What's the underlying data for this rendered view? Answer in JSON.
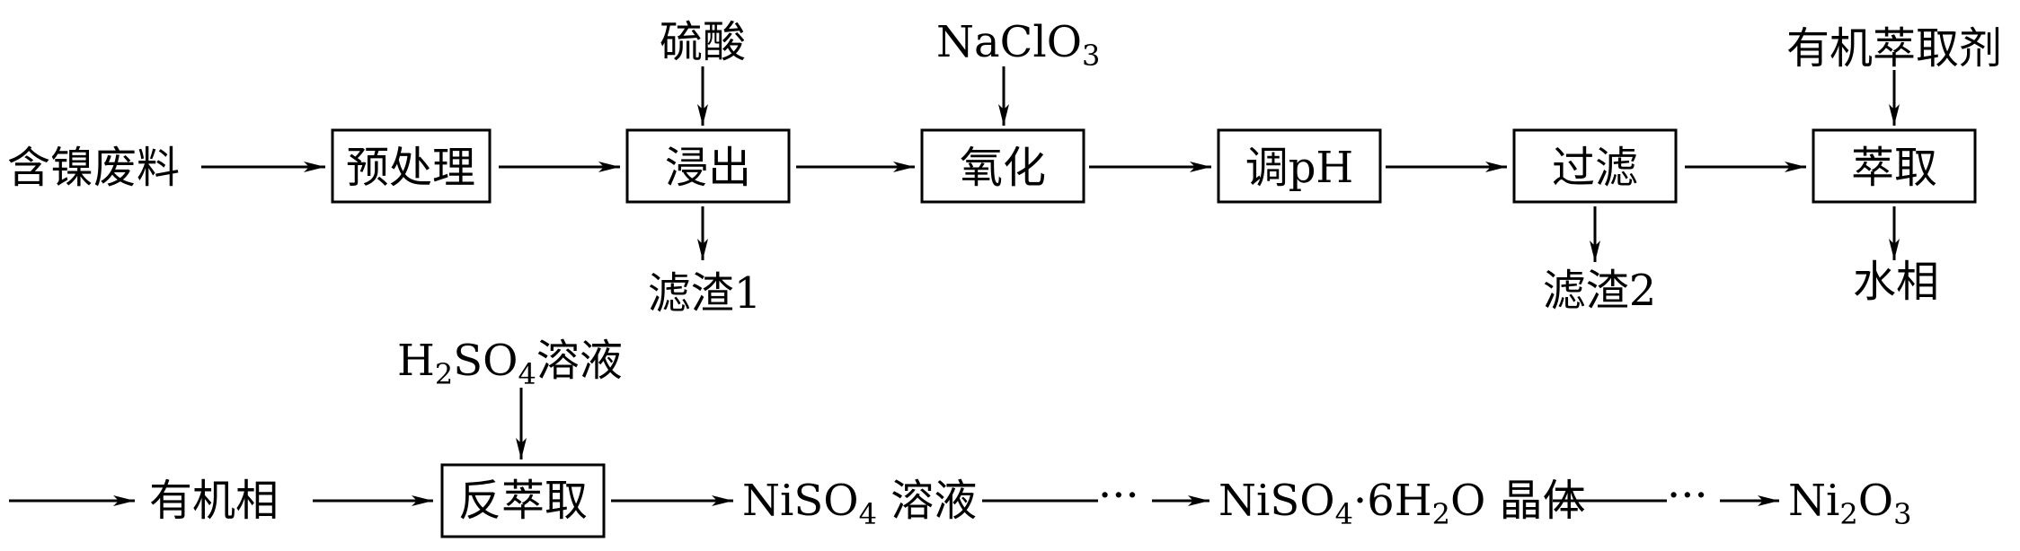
{
  "row1": {
    "start": "含镍废料",
    "steps": [
      "预处理",
      "浸出",
      "氧化",
      "调pH",
      "过滤",
      "萃取"
    ],
    "inputs": {
      "leach": "硫酸",
      "oxidize_main": "NaClO",
      "oxidize_sub": "3",
      "extract": "有机萃取剂"
    },
    "outputs": {
      "leach": "滤渣1",
      "filter": "滤渣2",
      "extract": "水相"
    }
  },
  "row2": {
    "start": "有机相",
    "step": "反萃取",
    "input": {
      "p1": "H",
      "s1": "2",
      "p2": "SO",
      "s2": "4",
      "p3": "溶液"
    },
    "product1": {
      "p1": "NiSO",
      "s1": "4",
      "p2": " 溶液"
    },
    "dots1": "···",
    "product2": {
      "p1": "NiSO",
      "s1": "4",
      "p2": "·6H",
      "s2": "2",
      "p3": "O 晶体"
    },
    "dots2": "···",
    "product3": {
      "p1": "Ni",
      "s1": "2",
      "p2": "O",
      "s2": "3"
    }
  }
}
